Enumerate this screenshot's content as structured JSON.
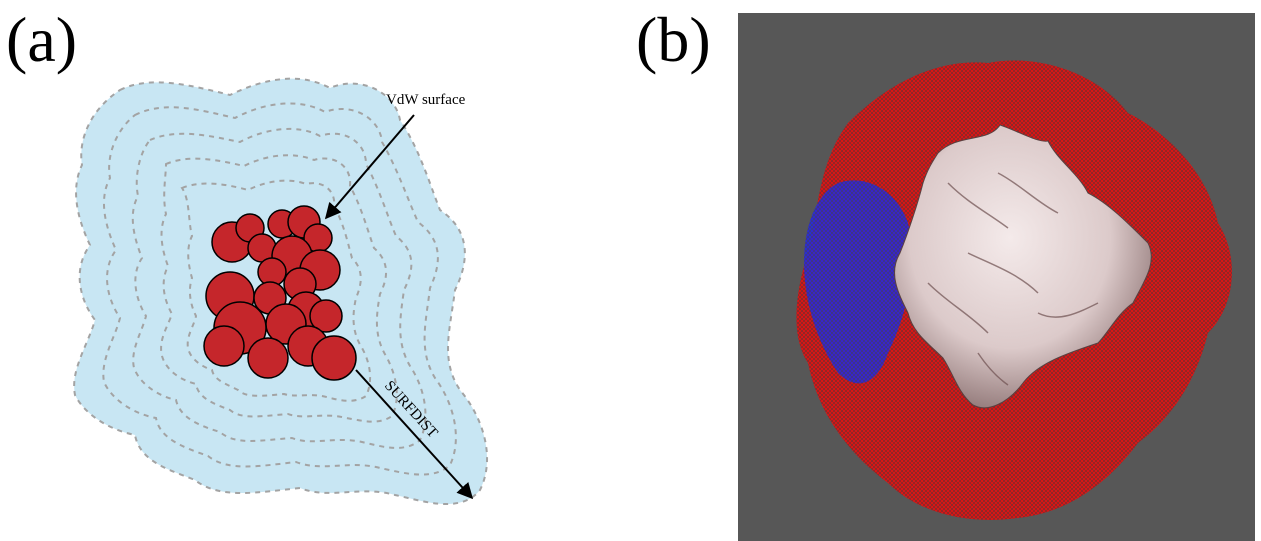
{
  "panel_a": {
    "label": "(a)",
    "annotations": {
      "vdw_surface": "VdW surface",
      "surfdist": "SURFDIST"
    },
    "colors": {
      "region_fill": "#c8e6f3",
      "contour_dash": "#a3a3a3",
      "atom_fill": "#c5262b",
      "atom_outline": "#000000"
    }
  },
  "panel_b": {
    "label": "(b)",
    "colors": {
      "background": "#575757",
      "positive_mesh": "#e51010",
      "negative_mesh": "#2020e0",
      "protein_surface": "#e8d8d6"
    }
  }
}
